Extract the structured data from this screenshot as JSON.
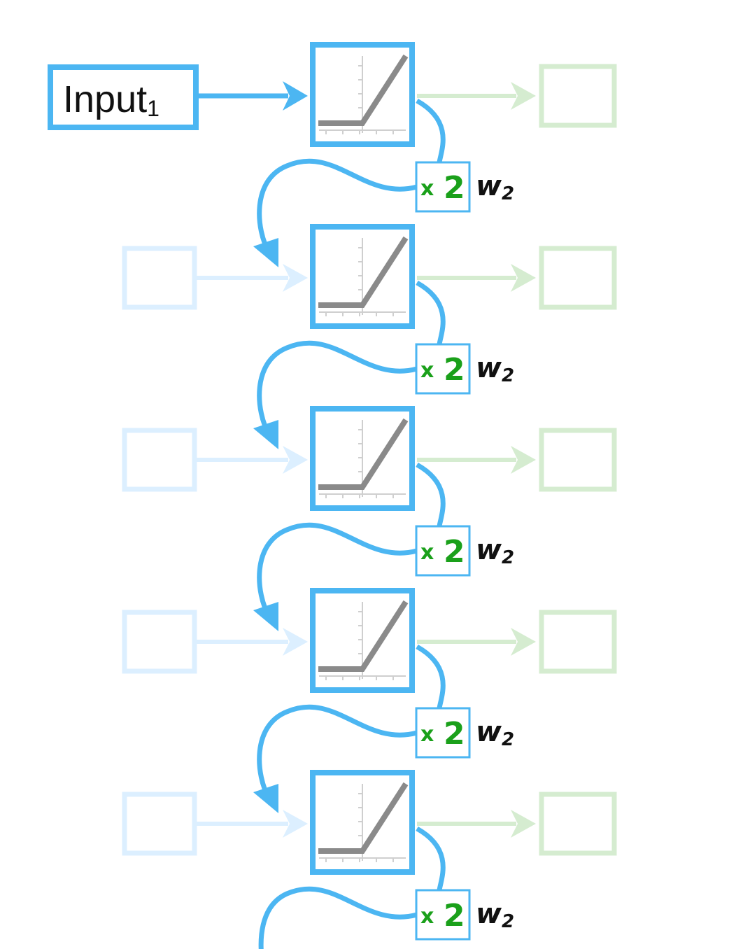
{
  "input": {
    "label": "Input",
    "subscript": "1"
  },
  "weight": {
    "multiplier_x": "x",
    "multiplier_value": "2",
    "symbol": "w",
    "subscript": "2"
  },
  "unit_count": 5,
  "colors": {
    "loop_blue": "#4cb6f2",
    "faded_blue": "#dcefff",
    "faded_green": "#d5ecd0",
    "green_text": "#1aa01a",
    "relu_line": "#8a8a8a"
  },
  "icons": [
    "relu-activation-icon",
    "arrow-icon",
    "feedback-loop-arrow"
  ]
}
